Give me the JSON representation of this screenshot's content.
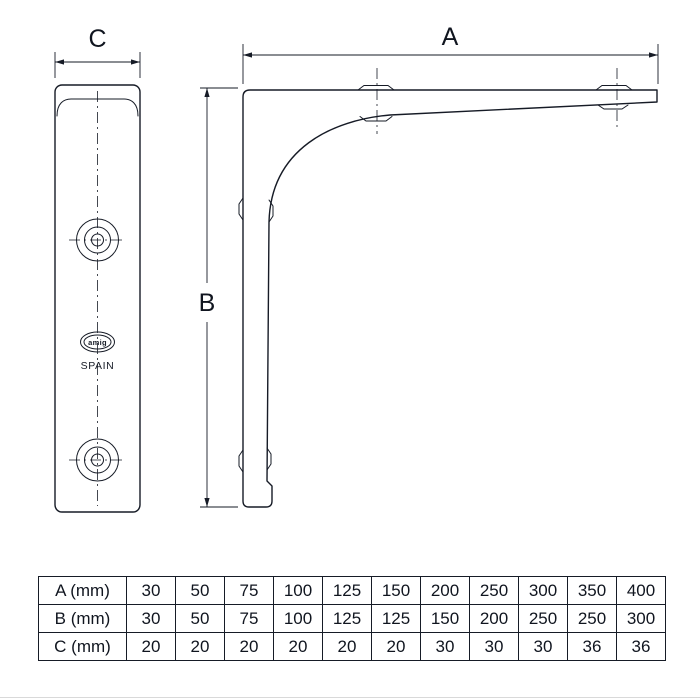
{
  "drawing": {
    "front_view": {
      "dim_label": "C",
      "logo_text": "amig",
      "origin_text": "SPAIN"
    },
    "side_view": {
      "width_label": "A",
      "height_label": "B"
    }
  },
  "table": {
    "rows": [
      {
        "header": "A (mm)",
        "values": [
          "30",
          "50",
          "75",
          "100",
          "125",
          "150",
          "200",
          "250",
          "300",
          "350",
          "400"
        ]
      },
      {
        "header": "B (mm)",
        "values": [
          "30",
          "50",
          "75",
          "100",
          "125",
          "125",
          "150",
          "200",
          "250",
          "250",
          "300"
        ]
      },
      {
        "header": "C (mm)",
        "values": [
          "20",
          "20",
          "20",
          "20",
          "20",
          "20",
          "30",
          "30",
          "30",
          "36",
          "36"
        ]
      }
    ]
  }
}
